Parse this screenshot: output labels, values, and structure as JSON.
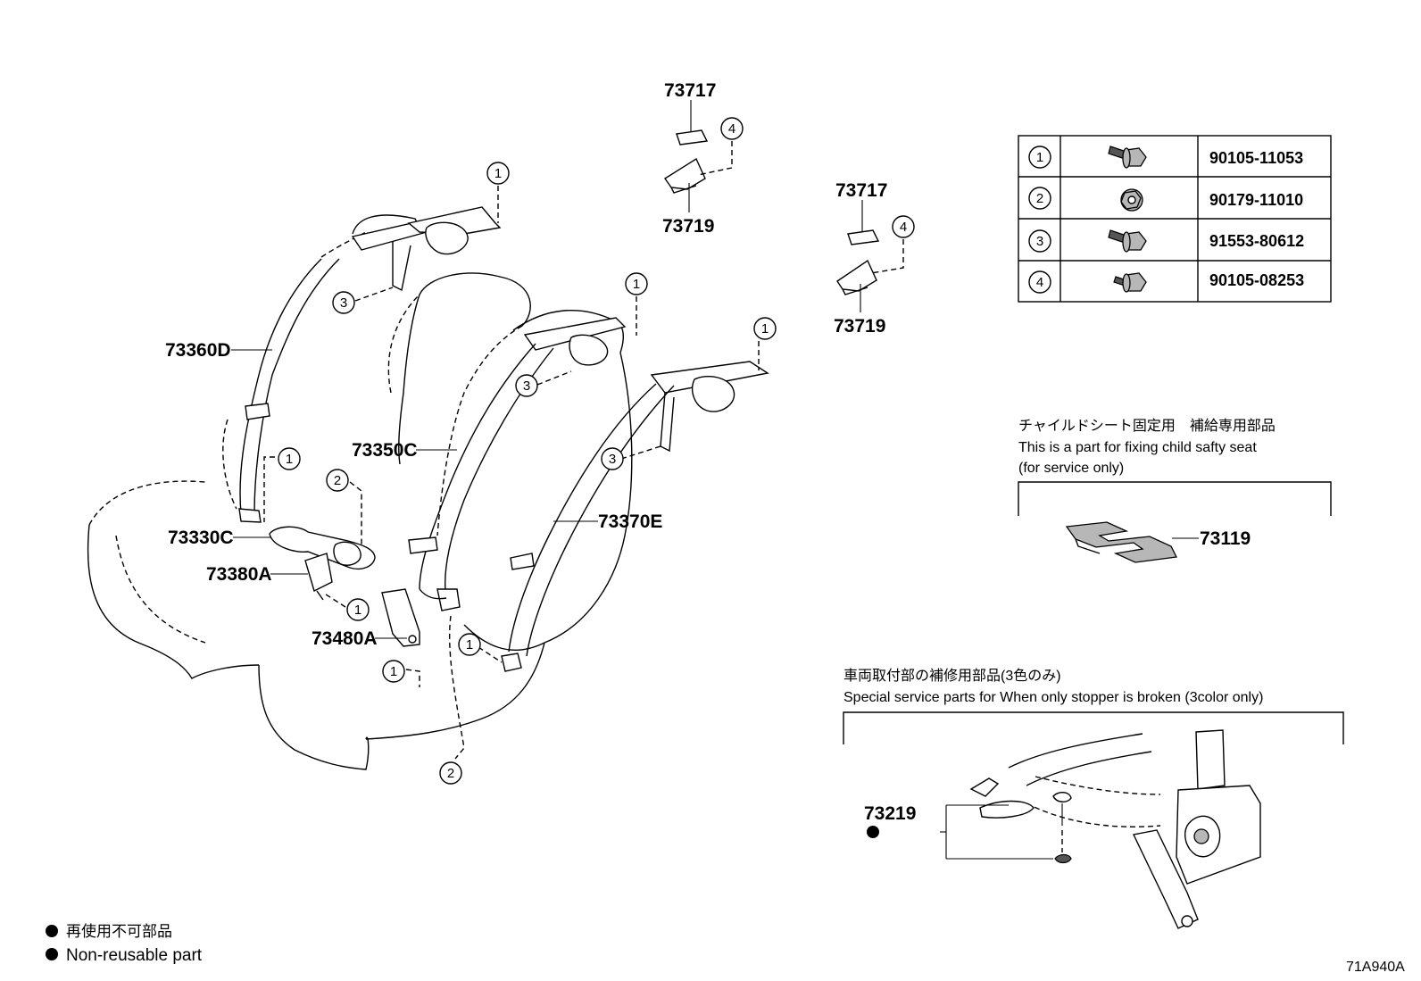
{
  "part_labels": {
    "p73717_a": "73717",
    "p73719_a": "73719",
    "p73717_b": "73717",
    "p73719_b": "73719",
    "p73360D": "73360D",
    "p73350C": "73350C",
    "p73370E": "73370E",
    "p73330C": "73330C",
    "p73380A": "73380A",
    "p73480A": "73480A",
    "p73119": "73119",
    "p73219": "73219"
  },
  "callouts": [
    "1",
    "2",
    "3",
    "4"
  ],
  "fastener_table": [
    {
      "ref": "1",
      "part_no": "90105-11053",
      "icon": "flange-bolt-icon"
    },
    {
      "ref": "2",
      "part_no": "90179-11010",
      "icon": "flange-nut-icon"
    },
    {
      "ref": "3",
      "part_no": "91553-80612",
      "icon": "flange-bolt-icon"
    },
    {
      "ref": "4",
      "part_no": "90105-08253",
      "icon": "flange-bolt-icon"
    }
  ],
  "child_seat_note": {
    "jp": "チャイルドシート固定用　補給専用部品",
    "en1": "This is a part for fixing child safty seat",
    "en2": "(for service only)"
  },
  "stopper_note": {
    "jp": "車両取付部の補修用部品(3色のみ)",
    "en": "Special service parts for When only stopper is broken (3color only)"
  },
  "legend": {
    "jp": "再使用不可部品",
    "en": "Non-reusable part"
  },
  "diagram_code": "71A940A"
}
